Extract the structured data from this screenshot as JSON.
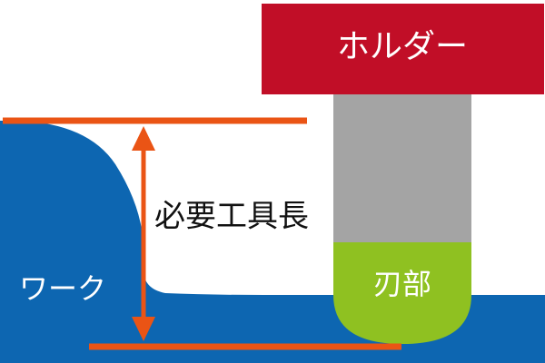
{
  "labels": {
    "holder": "ホルダー",
    "blade": "刃部",
    "workpiece": "ワーク",
    "required_tool_length": "必要工具長"
  },
  "colors": {
    "background": "#ffffff",
    "workpiece": "#0d66b1",
    "holder": "#c10e27",
    "shank": "#a4a4a4",
    "blade": "#8fc121",
    "dimension": "#ea5415",
    "dimension_text": "#111111",
    "label_text": "#ffffff"
  }
}
